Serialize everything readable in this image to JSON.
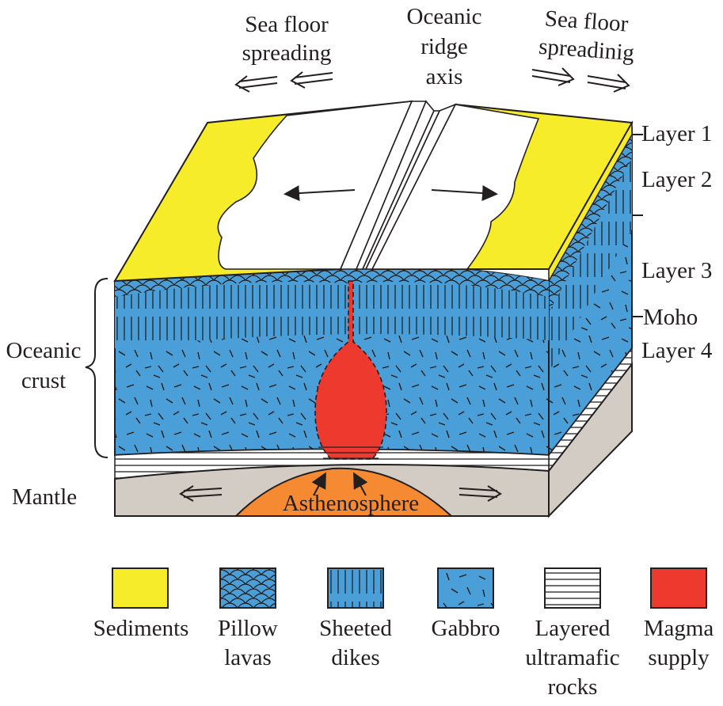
{
  "top_labels": {
    "left_spreading": [
      "Sea floor",
      "spreading"
    ],
    "ridge_axis": [
      "Oceanic",
      "ridge",
      "axis"
    ],
    "right_spreading": [
      "Sea floor",
      "spreadinig"
    ]
  },
  "side_labels": {
    "layer1": "Layer 1",
    "layer2": "Layer 2",
    "layer3": "Layer 3",
    "moho": "Moho",
    "layer4": "Layer 4"
  },
  "left_labels": {
    "oceanic_crust": [
      "Oceanic",
      "crust"
    ],
    "mantle": "Mantle"
  },
  "asthenosphere": "Asthenosphere",
  "legend": [
    {
      "key": "sediments",
      "lines": [
        "Sediments"
      ],
      "color": "#f7ec2a"
    },
    {
      "key": "pillow-lavas",
      "lines": [
        "Pillow",
        "lavas"
      ],
      "color": "#4a9fd8"
    },
    {
      "key": "sheeted-dikes",
      "lines": [
        "Sheeted",
        "dikes"
      ],
      "color": "#4a9fd8"
    },
    {
      "key": "gabbro",
      "lines": [
        "Gabbro"
      ],
      "color": "#4a9fd8"
    },
    {
      "key": "layered-ultramafic",
      "lines": [
        "Layered",
        "ultramafic",
        "rocks"
      ],
      "color": "#ffffff"
    },
    {
      "key": "magma-supply",
      "lines": [
        "Magma",
        "supply"
      ],
      "color": "#ee3a2e"
    }
  ],
  "colors": {
    "sediment": "#f7ec2a",
    "crust_blue": "#4a9fd8",
    "magma": "#ee3a2e",
    "asthenosphere": "#f58a33",
    "mantle": "#d3ccc4",
    "outline": "#231f20"
  }
}
